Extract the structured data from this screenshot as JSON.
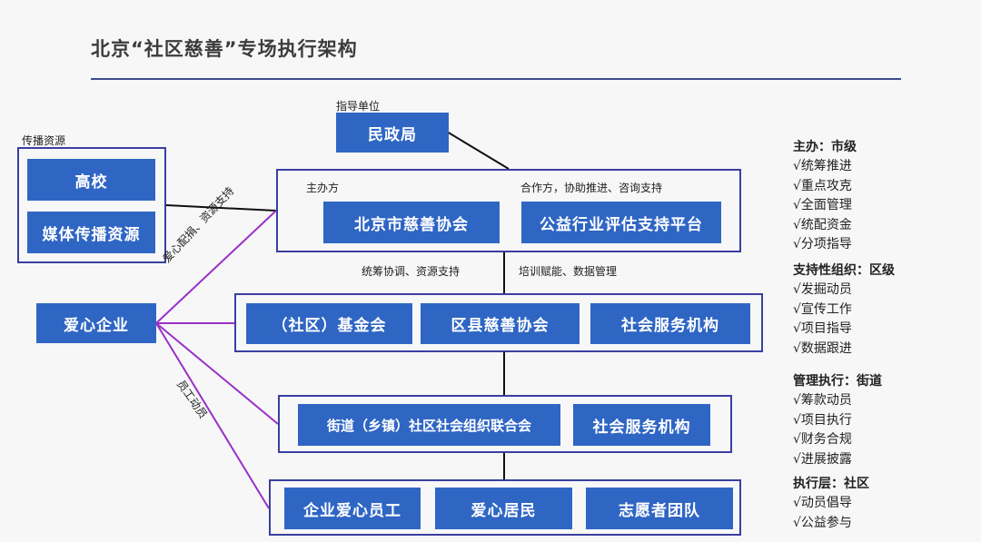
{
  "title": "北京“社区慈善”专场执行架构",
  "labels": {
    "guide_unit": "指导单位",
    "spread_resources": "传播资源",
    "host": "主办方",
    "partner": "合作方，协助推进、咨询支持",
    "coord": "统筹协调、资源支持",
    "training": "培训赋能、数据管理",
    "diag_top": "爱心配捐、资源支持",
    "diag_bottom": "员工动员"
  },
  "boxes": {
    "civil_affairs": "民政局",
    "university": "高校",
    "media": "媒体传播资源",
    "beijing_charity": "北京市慈善协会",
    "eval_platform": "公益行业评估支持平台",
    "caring_enterprise": "爱心企业",
    "community_fund": "（社区）基金会",
    "district_charity": "区县慈善协会",
    "social_service_1": "社会服务机构",
    "street_federation": "街道（乡镇）社区社会组织联合会",
    "social_service_2": "社会服务机构",
    "staff": "企业爱心员工",
    "residents": "爱心居民",
    "volunteers": "志愿者团队"
  },
  "sidebar": [
    {
      "heading": "主办：市级",
      "items": [
        "√统筹推进",
        "√重点攻克",
        "√全面管理",
        "√统配资金",
        "√分项指导"
      ]
    },
    {
      "heading": "支持性组织：区级",
      "items": [
        "√发掘动员",
        "√宣传工作",
        "√项目指导",
        "√数据跟进"
      ]
    },
    {
      "heading": "管理执行：街道",
      "items": [
        "√筹款动员",
        "√项目执行",
        "√财务合规",
        "√进展披露"
      ]
    },
    {
      "heading": "执行层：社区",
      "items": [
        "√动员倡导",
        "√公益参与"
      ]
    }
  ],
  "colors": {
    "box": "#2f66c4",
    "frame": "#3a3fa0",
    "purple_line": "#9a2fc8",
    "rule": "#3d4d8c"
  }
}
